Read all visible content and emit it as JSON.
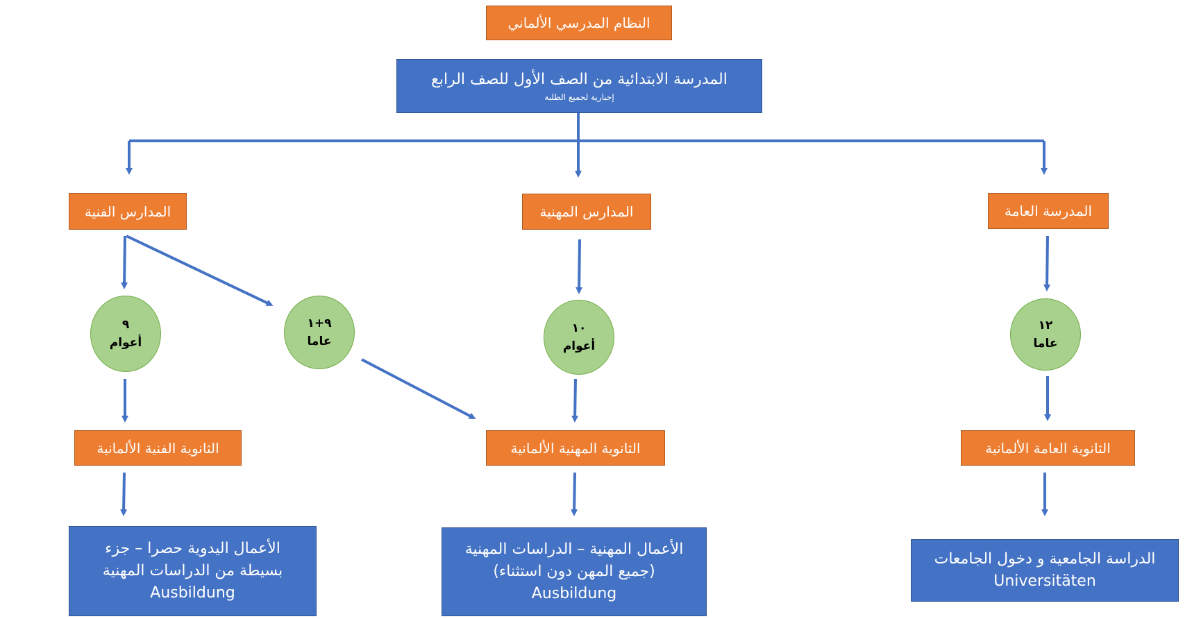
{
  "title": "النظام المدرسي الألماني",
  "primary": {
    "line1": "المدرسة  الابتدائية من الصف الأول للصف الرابع",
    "line2": "إجبارية لجميع الطلبة"
  },
  "branches": {
    "technical": "المدارس الفنية",
    "vocational": "المدارس المهنية",
    "general": "المدرسة العامة"
  },
  "durations": {
    "technical_a": {
      "num": "٩",
      "unit": "أعوام"
    },
    "technical_b": {
      "num": "٩+١",
      "unit": "عاما"
    },
    "vocational": {
      "num": "١٠",
      "unit": "أعوام"
    },
    "general": {
      "num": "١٢",
      "unit": "عاما"
    }
  },
  "secondary": {
    "technical": "الثانوية الفنية الألمانية",
    "vocational": "الثانوية المهنية الألمانية",
    "general": "الثانوية العامة الألمانية"
  },
  "outcomes": {
    "technical": {
      "line1": "الأعمال اليدوية حصرا – جزء",
      "line2": "بسيطة من الدراسات المهنية",
      "line3": "Ausbildung"
    },
    "vocational": {
      "line1": "الأعمال المهنية – الدراسات المهنية",
      "line2": "(جميع المهن دون استثناء)",
      "line3": "Ausbildung"
    },
    "general": {
      "line1": "الدراسة الجامعية و دخول الجامعات",
      "line2": "Universitäten"
    }
  },
  "colors": {
    "orange": "#ed7d31",
    "blue": "#4472c4",
    "green": "#a9d18e",
    "arrow": "#4472c4"
  }
}
